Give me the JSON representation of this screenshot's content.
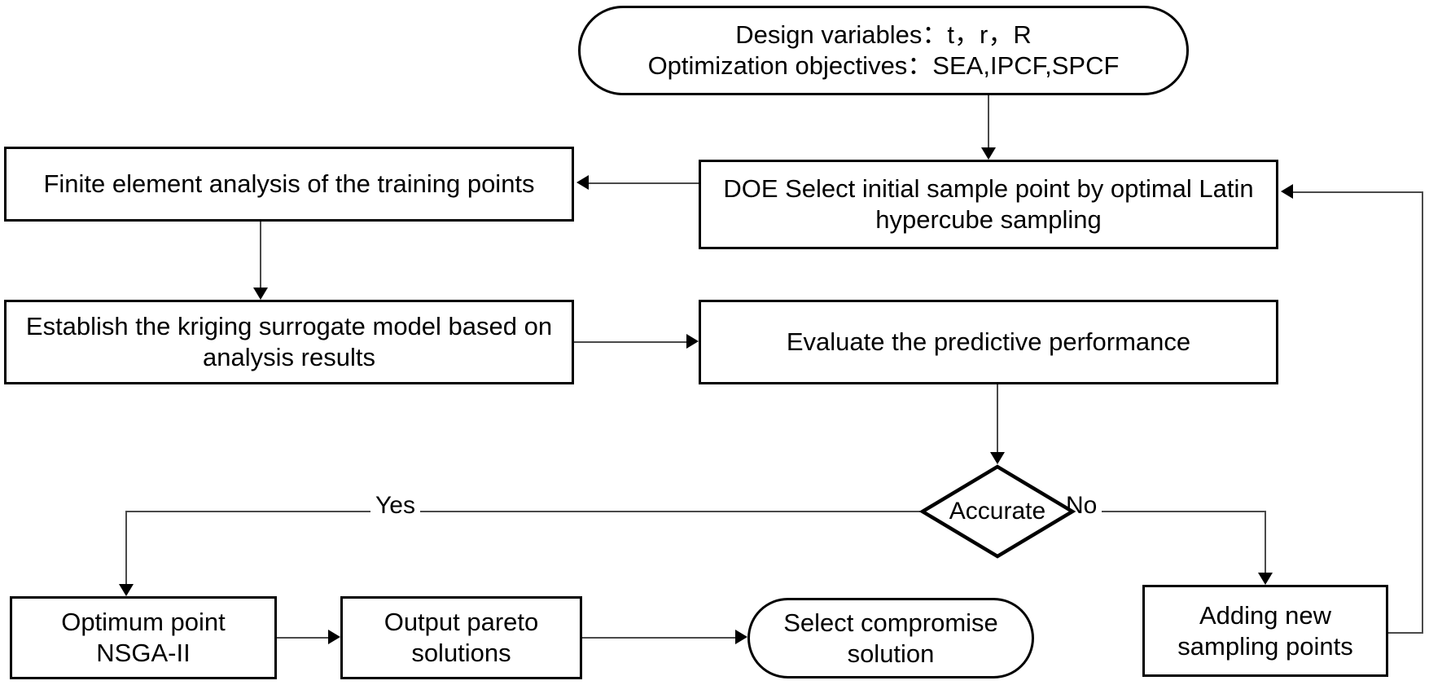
{
  "diagram": {
    "title": "Surrogate-model-based multi-objective optimization flowchart",
    "type": "flowchart",
    "colors": {
      "node_border": "#000000",
      "node_fill": "#ffffff",
      "edge": "#4a4a4a",
      "text": "#000000"
    },
    "nodes": [
      {
        "id": "design",
        "shape": "stadium",
        "text": "Design variables：t，r，R\nOptimization objectives：SEA,IPCF,SPCF"
      },
      {
        "id": "doe",
        "shape": "rectangle",
        "text": "DOE Select initial sample point by optimal Latin\nhypercube sampling"
      },
      {
        "id": "fea",
        "shape": "rectangle",
        "text": "Finite element analysis of the training points"
      },
      {
        "id": "kriging",
        "shape": "rectangle",
        "text": "Establish the   kriging surrogate model based on\nanalysis results"
      },
      {
        "id": "evaluate",
        "shape": "rectangle",
        "text": "Evaluate the predictive performance"
      },
      {
        "id": "decision",
        "shape": "diamond",
        "text": "Accurate"
      },
      {
        "id": "optimum",
        "shape": "rectangle",
        "text": "Optimum point\nNSGA-II"
      },
      {
        "id": "pareto",
        "shape": "rectangle",
        "text": "Output pareto\nsolutions"
      },
      {
        "id": "compromise",
        "shape": "stadium",
        "text": "Select compromise\nsolution"
      },
      {
        "id": "adding",
        "shape": "rectangle",
        "text": "Adding new\nsampling points"
      }
    ],
    "edge_labels": {
      "yes": "Yes",
      "no": "No"
    },
    "edges": [
      {
        "from": "design",
        "to": "doe",
        "label": ""
      },
      {
        "from": "doe",
        "to": "fea",
        "label": ""
      },
      {
        "from": "fea",
        "to": "kriging",
        "label": ""
      },
      {
        "from": "kriging",
        "to": "evaluate",
        "label": ""
      },
      {
        "from": "evaluate",
        "to": "decision",
        "label": ""
      },
      {
        "from": "decision",
        "to": "optimum",
        "label": "Yes"
      },
      {
        "from": "decision",
        "to": "adding",
        "label": "No"
      },
      {
        "from": "optimum",
        "to": "pareto",
        "label": ""
      },
      {
        "from": "pareto",
        "to": "compromise",
        "label": ""
      },
      {
        "from": "adding",
        "to": "doe",
        "label": ""
      }
    ]
  }
}
